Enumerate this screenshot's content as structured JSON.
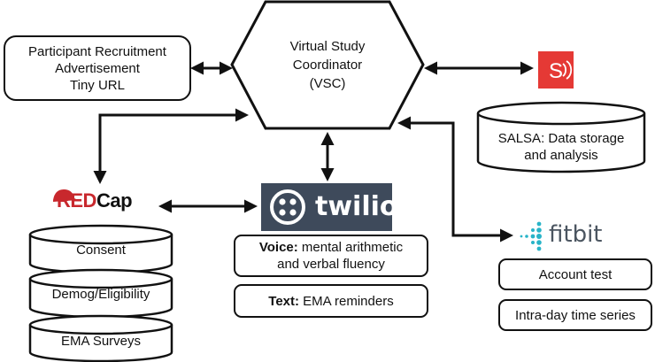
{
  "vsc": {
    "line1": "Virtual Study",
    "line2": "Coordinator",
    "line3": "(VSC)"
  },
  "recruitment": {
    "line1": "Participant Recruitment",
    "line2": "Advertisement",
    "line3": "Tiny URL"
  },
  "salsa": {
    "line1": "SALSA: Data storage",
    "line2": "and analysis",
    "logo_letter": "S"
  },
  "redcap": {
    "logo_text_red": "RED",
    "logo_text_dark": "Cap",
    "items": [
      "Consent",
      "Demog/Eligibility",
      "EMA Surveys"
    ]
  },
  "twilio": {
    "logo_text": "twilio",
    "voice_label": "Voice:",
    "voice_text_1": "mental arithmetic",
    "voice_text_2": "and verbal fluency",
    "text_label": "Text:",
    "text_text": "EMA reminders"
  },
  "fitbit": {
    "logo_text": "fitbit",
    "items": [
      "Account test",
      "Intra-day time series"
    ]
  },
  "colors": {
    "salsa_red": "#e53935",
    "redcap_red": "#c8282d",
    "twilio_bg": "#3e4a5b",
    "fitbit_teal": "#28b4c8"
  }
}
